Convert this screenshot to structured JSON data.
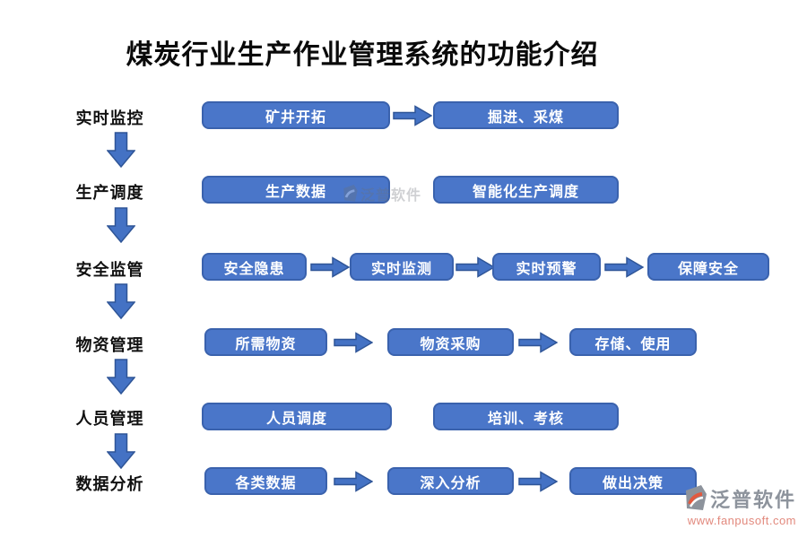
{
  "title": "煤炭行业生产作业管理系统的功能介绍",
  "colors": {
    "box_fill": "#4a76c9",
    "box_border": "#3a62ad",
    "arrow_fill": "#4472c4",
    "arrow_border": "#2f5597",
    "title_text": "#0a0a0a",
    "box_text": "#ffffff",
    "logo_gray": "#8d939c",
    "logo_url_color": "#e2897d"
  },
  "rows": [
    {
      "label": "实时监控",
      "boxes": [
        "矿井开拓",
        "掘进、采煤"
      ]
    },
    {
      "label": "生产调度",
      "boxes": [
        "生产数据",
        "智能化生产调度"
      ]
    },
    {
      "label": "安全监管",
      "boxes": [
        "安全隐患",
        "实时监测",
        "实时预警",
        "保障安全"
      ]
    },
    {
      "label": "物资管理",
      "boxes": [
        "所需物资",
        "物资采购",
        "存储、使用"
      ]
    },
    {
      "label": "人员管理",
      "boxes": [
        "人员调度",
        "培训、考核"
      ]
    },
    {
      "label": "数据分析",
      "boxes": [
        "各类数据",
        "深入分析",
        "做出决策"
      ]
    }
  ],
  "watermark": {
    "text": "泛普软件"
  },
  "logo": {
    "brand": "泛普软件",
    "url": "www.fanpusoft.com"
  }
}
